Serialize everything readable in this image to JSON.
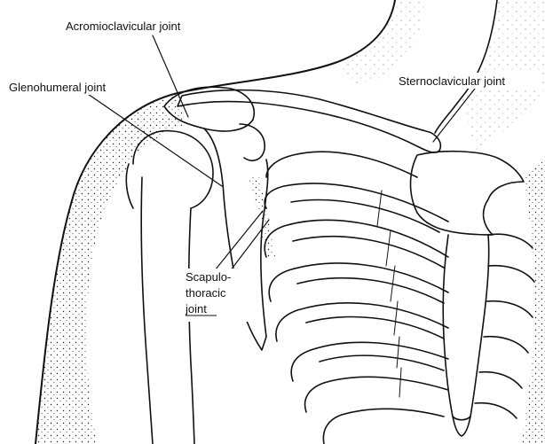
{
  "labels": {
    "acromioclavicular": "Acromioclavicular joint",
    "glenohumeral": "Glenohumeral joint",
    "sternoclavicular": "Sternoclavicular joint",
    "scapulothoracic_line1": "Scapulo-",
    "scapulothoracic_line2": "thoracic",
    "scapulothoracic_line3": "joint"
  },
  "colors": {
    "ink": "#111111",
    "background": "#ffffff"
  }
}
